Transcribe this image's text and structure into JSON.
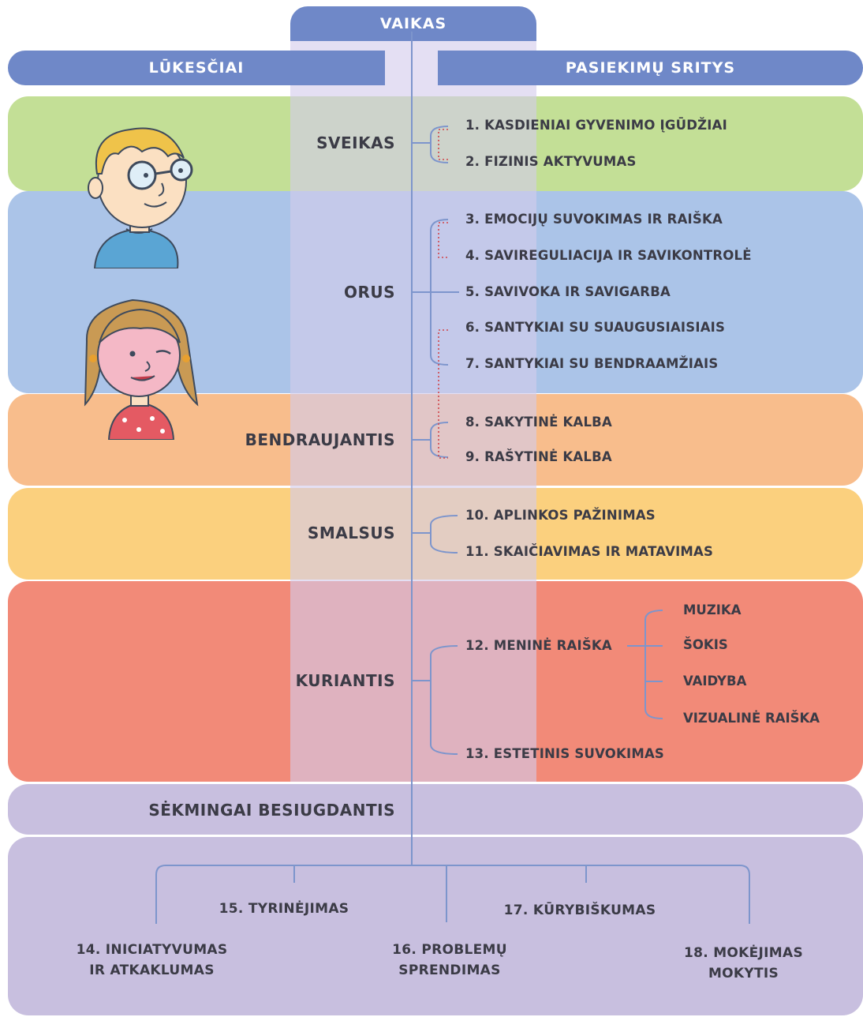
{
  "header": {
    "top": "VAIKAS",
    "left": "LŪKESČIAI",
    "right": "PASIEKIMŲ SRITYS"
  },
  "colors": {
    "green": "#c3df96",
    "blue": "#abc4e8",
    "orange": "#f8bd8c",
    "yellow": "#fbd07e",
    "red": "#f28a78",
    "lavender": "#c8bfdf",
    "header": "#6f88c8",
    "line": "#7d95cc"
  },
  "categories": {
    "sveikas": "SVEIKAS",
    "orus": "ORUS",
    "bendraujantis": "BENDRAUJANTIS",
    "smalsus": "SMALSUS",
    "kuriantis": "KURIANTIS",
    "sekmingai": "SĖKMINGAI BESIUGDANTIS"
  },
  "items": {
    "i1": "1. KASDIENIAI GYVENIMO ĮGŪDŽIAI",
    "i2": "2. FIZINIS AKTYVUMAS",
    "i3": "3. EMOCIJŲ SUVOKIMAS IR RAIŠKA",
    "i4": "4. SAVIREGULIACIJA IR SAVIKONTROLĖ",
    "i5": "5. SAVIVOKA IR SAVIGARBA",
    "i6": "6. SANTYKIAI SU SUAUGUSIAISIAIS",
    "i7": "7. SANTYKIAI SU BENDRAAMŽIAIS",
    "i8": "8. SAKYTINĖ KALBA",
    "i9": "9. RAŠYTINĖ KALBA",
    "i10": "10. APLINKOS PAŽINIMAS",
    "i11": "11. SKAIČIAVIMAS IR MATAVIMAS",
    "i12": "12. MENINĖ RAIŠKA",
    "i13": "13. ESTETINIS SUVOKIMAS"
  },
  "art_subitems": {
    "muzika": "MUZIKA",
    "sokis": "ŠOKIS",
    "vaidyba": "VAIDYBA",
    "vizualine": "VIZUALINĖ RAIŠKA"
  },
  "bottom": {
    "i14a": "14. INICIATYVUMAS",
    "i14b": "IR ATKAKLUMAS",
    "i15": "15. TYRINĖJIMAS",
    "i16a": "16. PROBLEMŲ",
    "i16b": "SPRENDIMAS",
    "i17": "17. KŪRYBIŠKUMAS",
    "i18a": "18. MOKĖJIMAS",
    "i18b": "MOKYTIS"
  }
}
